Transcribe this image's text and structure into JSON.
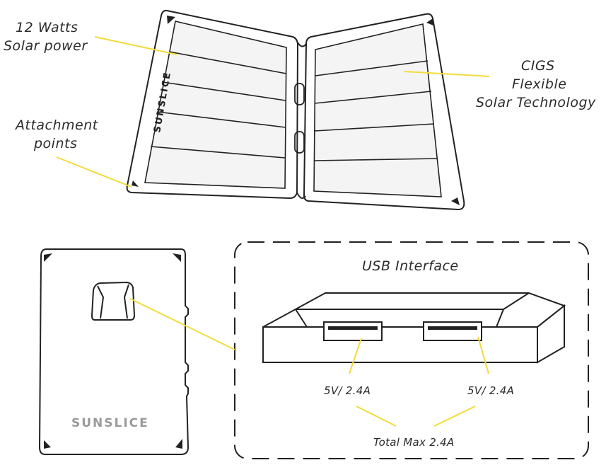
{
  "labels": {
    "watts_line1": "12 Watts",
    "watts_line2": "Solar power",
    "attach_line1": "Attachment",
    "attach_line2": "points",
    "cigs_line1": "CIGS",
    "cigs_line2": "Flexible",
    "cigs_line3": "Solar Technology",
    "usb_title": "USB Interface",
    "port_left": "5V/ 2.4A",
    "port_right": "5V/ 2.4A",
    "total": "Total Max 2.4A"
  },
  "brand": {
    "vertical": "SUNSLICE",
    "horizontal": "SUNSLICE"
  },
  "colors": {
    "outline": "#222222",
    "leader": "#f2dc3a",
    "cell_fill": "#f4f4f4",
    "brand_text": "#9a9a9a"
  }
}
